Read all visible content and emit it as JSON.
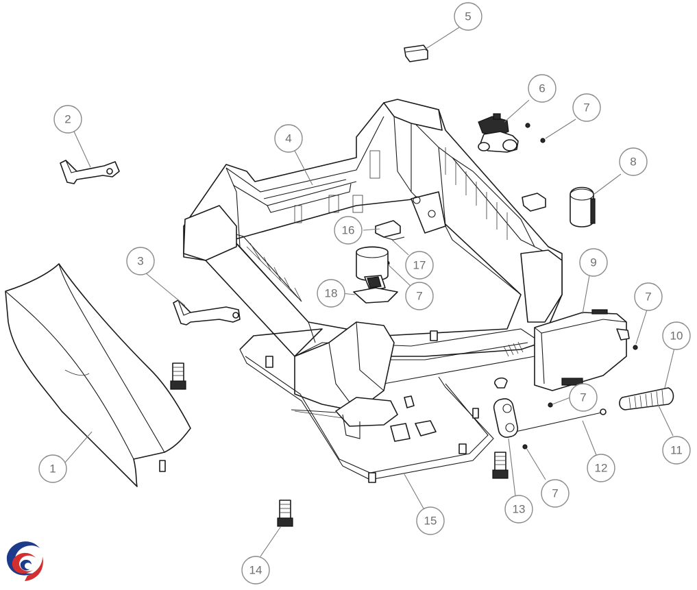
{
  "diagram": {
    "type": "exploded-parts-view",
    "callouts": [
      {
        "id": "c1",
        "label": "1"
      },
      {
        "id": "c2",
        "label": "2"
      },
      {
        "id": "c3",
        "label": "3"
      },
      {
        "id": "c4",
        "label": "4"
      },
      {
        "id": "c5",
        "label": "5"
      },
      {
        "id": "c6",
        "label": "6"
      },
      {
        "id": "c7a",
        "label": "7"
      },
      {
        "id": "c8",
        "label": "8"
      },
      {
        "id": "c9",
        "label": "9"
      },
      {
        "id": "c7b",
        "label": "7"
      },
      {
        "id": "c10",
        "label": "10"
      },
      {
        "id": "c11",
        "label": "11"
      },
      {
        "id": "c12",
        "label": "12"
      },
      {
        "id": "c7c",
        "label": "7"
      },
      {
        "id": "c13",
        "label": "13"
      },
      {
        "id": "c7d",
        "label": "7"
      },
      {
        "id": "c15",
        "label": "15"
      },
      {
        "id": "c14",
        "label": "14"
      },
      {
        "id": "c16",
        "label": "16"
      },
      {
        "id": "c17",
        "label": "17"
      },
      {
        "id": "c18",
        "label": "18"
      },
      {
        "id": "c7e",
        "label": "7"
      }
    ]
  },
  "logo": {
    "icon": "swirl-logo-icon",
    "colors": [
      "#1e3a8a",
      "#d32f2f"
    ]
  }
}
